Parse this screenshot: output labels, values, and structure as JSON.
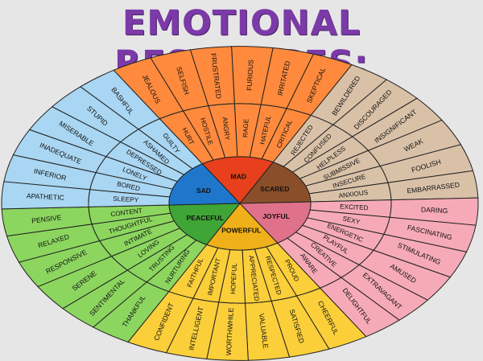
{
  "title": "EMOTIONAL RESPONSES:",
  "colors": {
    "background": "#e6e6e6",
    "title": "#7b3aa8",
    "outline": "#222222"
  },
  "wheel": {
    "groups": [
      {
        "core": "MAD",
        "color": "#ff8a3d",
        "core_color": "#e8401c",
        "middle": [
          "HURT",
          "HOSTILE",
          "ANGRY",
          "RAGE",
          "HATEFUL",
          "CRITICAL"
        ],
        "outer": [
          "JEALOUS",
          "SELFISH",
          "FRUSTRATED",
          "FURIOUS",
          "IRRITATED",
          "SKEPTICAL"
        ]
      },
      {
        "core": "SCARED",
        "color": "#d9c1a8",
        "core_color": "#8a4f2a",
        "middle": [
          "REJECTED",
          "CONFUSED",
          "HELPLESS",
          "SUBMISSIVE",
          "INSECURE",
          "ANXIOUS"
        ],
        "outer": [
          "BEWILDERED",
          "DISCOURAGED",
          "INSIGNIFICANT",
          "WEAK",
          "FOOLISH",
          "EMBARRASSED"
        ]
      },
      {
        "core": "JOYFUL",
        "color": "#f6aab7",
        "core_color": "#e0718a",
        "middle": [
          "EXCITED",
          "SEXY",
          "ENERGETIC",
          "PLAYFUL",
          "CREATIVE",
          "AWARE"
        ],
        "outer": [
          "DARING",
          "FASCINATING",
          "STIMULATING",
          "AMUSED",
          "EXTRAVAGANT",
          "DELIGHTFUL"
        ]
      },
      {
        "core": "POWERFUL",
        "color": "#fbcf3a",
        "core_color": "#f0b019",
        "middle": [
          "PROUD",
          "RESPECTED",
          "APPRECIATED",
          "HOPEFUL",
          "IMPORTANT",
          "FAITHFUL"
        ],
        "outer": [
          "CHEERFUL",
          "SATISFIED",
          "VALUABLE",
          "WORTHWHILE",
          "INTELLIGENT",
          "CONFIDENT"
        ]
      },
      {
        "core": "PEACEFUL",
        "color": "#8cd65f",
        "core_color": "#3fa536",
        "middle": [
          "NURTURING",
          "TRUSTING",
          "LOVING",
          "INTIMATE",
          "THOUGHTFUL",
          "CONTENT"
        ],
        "outer": [
          "THANKFUL",
          "SENTIMENTAL",
          "SERENE",
          "RESPONSIVE",
          "RELAXED",
          "PENSIVE"
        ]
      },
      {
        "core": "SAD",
        "color": "#a9d6f2",
        "core_color": "#1f77cc",
        "middle": [
          "SLEEPY",
          "BORED",
          "LONELY",
          "DEPRESSED",
          "ASHAMED",
          "GUILTY"
        ],
        "outer": [
          "APATHETIC",
          "INFERIOR",
          "INADEQUATE",
          "MISERABLE",
          "STUPID",
          "BASHFUL"
        ]
      }
    ]
  }
}
